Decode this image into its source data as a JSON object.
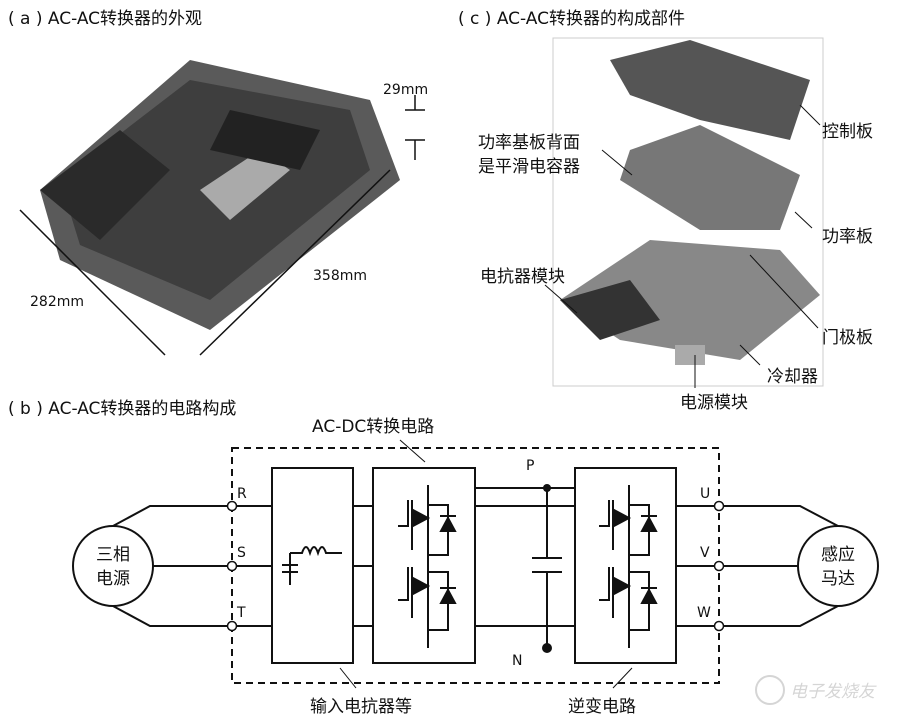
{
  "panel_a": {
    "title": "( a ) AC-AC转换器的外观",
    "dim_height": "29mm",
    "dim_length": "358mm",
    "dim_width": "282mm"
  },
  "panel_c": {
    "title": "( c ) AC-AC转换器的构成部件",
    "labels": {
      "control_board": "控制板",
      "capacitor_line1": "功率基板背面",
      "capacitor_line2": "是平滑电容器",
      "power_board": "功率板",
      "reactor_module": "电抗器模块",
      "gate_board": "门极板",
      "cooler": "冷却器",
      "power_module": "电源模块"
    }
  },
  "panel_b": {
    "title": "( b ) AC-AC转换器的电路构成",
    "acdc_label": "AC-DC转换电路",
    "input_reactor_label": "输入电抗器等",
    "inverter_label": "逆变电路",
    "source_line1": "三相",
    "source_line2": "电源",
    "motor_line1": "感应",
    "motor_line2": "马达",
    "terminals_in": [
      "R",
      "S",
      "T"
    ],
    "terminals_out": [
      "U",
      "V",
      "W"
    ],
    "bus_p": "P",
    "bus_n": "N"
  },
  "watermark": "电子发烧友"
}
